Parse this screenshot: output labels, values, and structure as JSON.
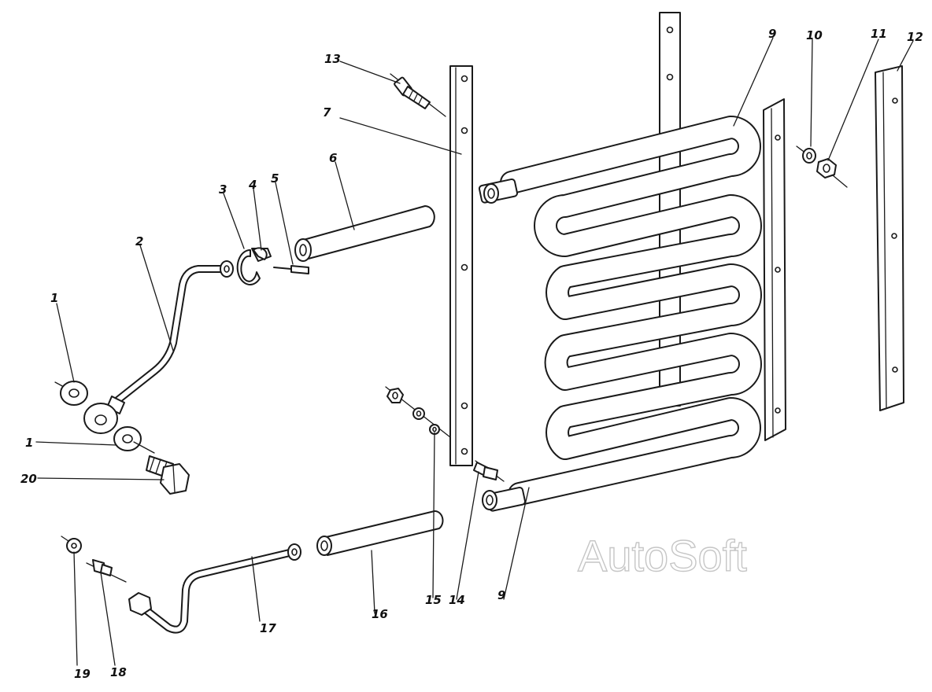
{
  "watermark": "AutoSoft",
  "callouts": {
    "c1a": "1",
    "c1b": "1",
    "c2": "2",
    "c3": "3",
    "c4": "4",
    "c5": "5",
    "c6": "6",
    "c7": "7",
    "c9a": "9",
    "c9b": "9",
    "c10": "10",
    "c11": "11",
    "c12": "12",
    "c13": "13",
    "c14": "14",
    "c15": "15",
    "c16": "16",
    "c17": "17",
    "c18": "18",
    "c19": "19",
    "c20": "20"
  }
}
